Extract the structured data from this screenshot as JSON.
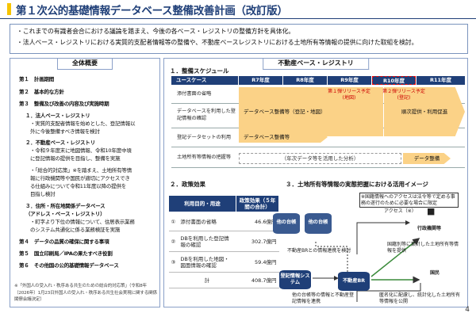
{
  "title": "第１次公的基礎情報データベース整備改善計画（改訂版）",
  "intro": [
    "・これまでの有識者会合における議論を踏まえ、今後の各ベース・レジストリの整備方針を具体化。",
    "・法人ベース・レジストリにおける実質的支配者情報等の整備や、不動産ベースレジストリにおける土地所有等情報の提供に向けた取組を検討。"
  ],
  "left": {
    "header": "全体概要",
    "lines": [
      "第１　計画期間",
      "第２　基本的な方針",
      "第３　整備及び改善の内容及び実施時期",
      "１．法人ベース・レジストリ",
      "・実質的支配者情報を始めとした、登記情報以",
      "外に今後整備すべき情報を検討",
      "２．不動産ベース・レジストリ",
      "・令和９年度末に地図情報、令和10年度中頃",
      "に登記情報の提供を目指し、整備を実施",
      "・「総合的対応策」※を踏まえ、土地所有等情",
      "報に行政機関等や国民が適切にアクセスでき",
      "る仕組みについて令和11年度以降の提供を",
      "目指し検討",
      "３．住所・所在地関係データベース",
      "（アドレス・ベース・レジストリ）",
      "・町字より下位の情報について、住居表示業務",
      "のシステム共通化に係る業務検証を実施",
      "第４　データの品質の確保に関する事項",
      "第５　国立印刷局／IPAの果たすべき役割",
      "第６　その他国の公的基礎情報データベース"
    ],
    "note": "※「外国人の受入れ・秩序ある共生のための総合的対応策」（令和8年（2026年）1月23日外国人の受入れ・秩序ある共生社会実現に関する関係閣僚会議決定）"
  },
  "right": {
    "header": "不動産ベース・レジストリ",
    "s1": "１．整備スケジュール",
    "years": [
      "ユースケース",
      "R7年度",
      "R8年度",
      "R9年度",
      "R10年度",
      "R11年度"
    ],
    "rows": [
      "添付書面の省略",
      "データベースを利用した登記情報の確認",
      "登記データセットの利用",
      "土地所有等情報の把握等"
    ],
    "bars": {
      "b1": "データベース整備等（登記・地図）",
      "b2": "順次提供・利用促進",
      "b3": "データベース整備等",
      "b4": "（年次データ等を活用した分析）",
      "b5": "データ整備"
    },
    "reds": {
      "r1": "第１弾リリース予定(地図)",
      "r2": "第２弾リリース予定(登記)"
    },
    "s2": "２．政策効果",
    "s3": "３．土地所有等情報の実態把握における活用イメージ",
    "table": {
      "h1": "利用目的・用途",
      "h2": "政策効果（５年間の合計）",
      "r": [
        [
          "①",
          "添付書面の省略",
          "46.6億円"
        ],
        [
          "②",
          "DBを利用した登記情報の確認",
          "302.7億円"
        ],
        [
          "③",
          "DBを利用した地図・図面情報の確認",
          "59.4億円"
        ],
        [
          "",
          "計",
          "408.7億円"
        ]
      ]
    },
    "diag": {
      "note1": "※国籍情報へのアクセスは法令等で定める事務の遂行のために必要な場合に限定",
      "cyl1": "他の台帳",
      "cyl2": "他の台帳",
      "c1": "不動産BRとの情報連携を検討",
      "access": "アクセス（※）",
      "gov": "行政機関等",
      "govdesc": "国籍別等に集計した土地所有等情報を提供",
      "reg": "登記情報システム",
      "br": "不動産BR",
      "c2": "他の台帳等の情報と不動産登記情報を連携",
      "public": "国民",
      "pubdesc": "匿名化に配慮し、統計化した土地所有等情報を公開"
    }
  },
  "page": "4"
}
